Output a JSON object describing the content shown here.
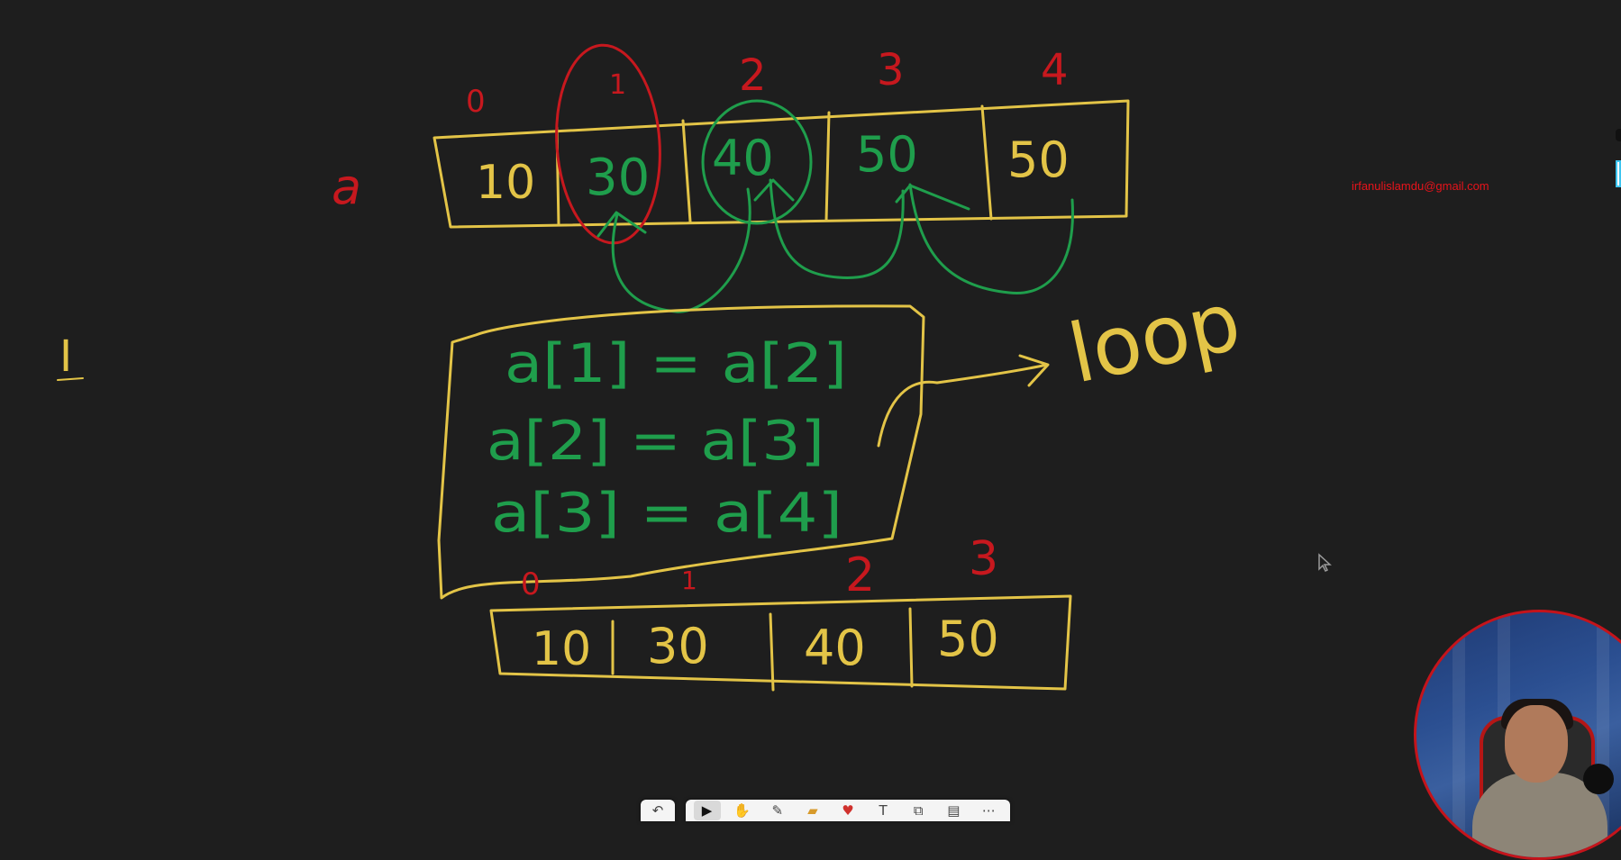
{
  "colors": {
    "background": "#1e1e1e",
    "yellow": "#e3c447",
    "green": "#1f9e4c",
    "red": "#c7181e",
    "email": "#e8131b"
  },
  "board": {
    "array_label": "a",
    "top_indices": [
      "0",
      "1",
      "2",
      "3",
      "4"
    ],
    "top_cells": [
      "10",
      "30",
      "40",
      "50",
      "50"
    ],
    "assignments": [
      "a[1] = a[2]",
      "a[2] = a[3]",
      "a[3] = a[4]"
    ],
    "loop_label": "loop",
    "bottom_indices": [
      "0",
      "1",
      "2",
      "3"
    ],
    "bottom_cells": [
      "10",
      "30",
      "40",
      "50"
    ],
    "side_mark": "I"
  },
  "watermark": {
    "email": "irfanulislamdu@gmail.com"
  },
  "toolbar": {
    "undo_icon": "undo-icon",
    "tools": [
      {
        "name": "select-tool",
        "glyph": "▶",
        "active": true
      },
      {
        "name": "hand-tool",
        "glyph": "✋",
        "active": false
      },
      {
        "name": "pen-tool",
        "glyph": "✎",
        "active": false
      },
      {
        "name": "highlighter-tool",
        "glyph": "▰",
        "active": false
      },
      {
        "name": "sticker-tool",
        "glyph": "♥",
        "active": false
      },
      {
        "name": "text-tool",
        "glyph": "T",
        "active": false
      },
      {
        "name": "shape-tool",
        "glyph": "⧉",
        "active": false
      },
      {
        "name": "frame-tool",
        "glyph": "▤",
        "active": false
      },
      {
        "name": "more-tool",
        "glyph": "⋯",
        "active": false
      }
    ]
  }
}
